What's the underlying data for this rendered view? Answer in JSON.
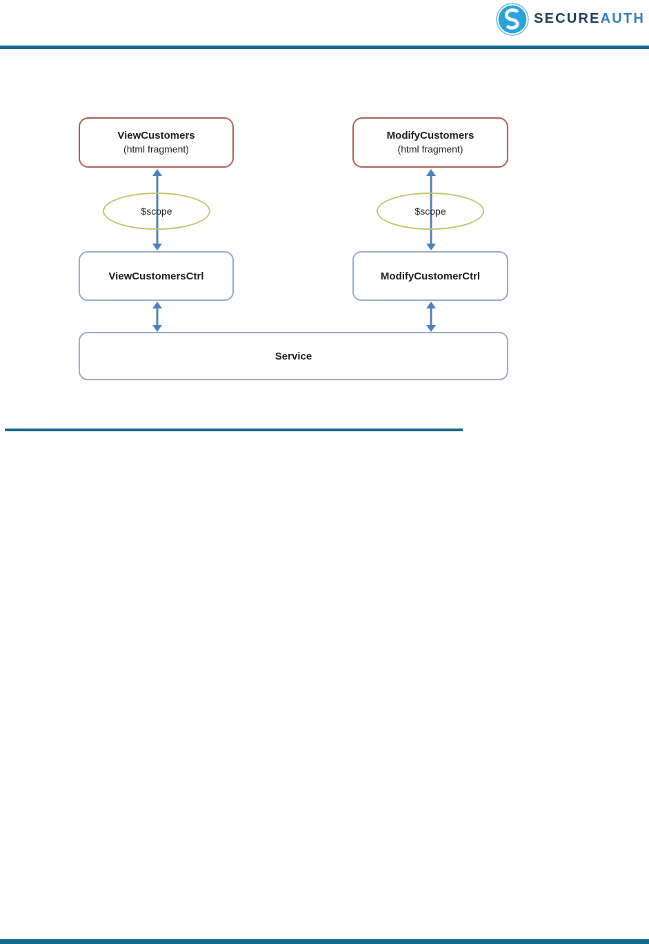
{
  "header": {
    "brand": {
      "icon": "secureauth-swirl-icon",
      "text_primary": "SECURE",
      "text_secondary": "AUTH"
    }
  },
  "diagram": {
    "views": [
      {
        "title": "ViewCustomers",
        "subtitle": "(html fragment)"
      },
      {
        "title": "ModifyCustomers",
        "subtitle": "(html fragment)"
      }
    ],
    "scopes": [
      {
        "label": "$scope"
      },
      {
        "label": "$scope"
      }
    ],
    "controllers": [
      {
        "label": "ViewCustomersCtrl"
      },
      {
        "label": "ModifyCustomerCtrl"
      }
    ],
    "service": {
      "label": "Service"
    }
  },
  "theme": {
    "rule_color": "#15688f",
    "view_box_border": "#b06059",
    "controller_box_border": "#96accc",
    "arrow_color": "#4f81bd",
    "scope_ellipse_border": "#c2c46d",
    "logo_text_primary_color": "#1c3e60",
    "logo_text_secondary_color": "#2d7fc0",
    "logo_circle_color": "#2aa3db"
  }
}
